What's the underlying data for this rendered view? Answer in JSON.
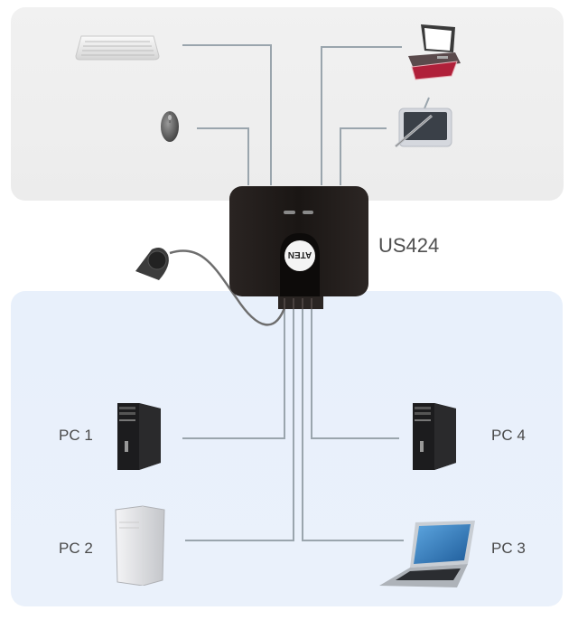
{
  "diagram": {
    "title": "US424 USB peripheral sharing switch connection diagram",
    "switch": {
      "model": "US424",
      "brand_logo": "ATEN",
      "icon": "usb-switch-icon"
    },
    "remote": {
      "icon": "remote-port-selector-icon"
    },
    "peripherals": [
      {
        "name": "Keyboard",
        "icon": "keyboard-icon"
      },
      {
        "name": "Mouse",
        "icon": "mouse-icon"
      },
      {
        "name": "Printer",
        "icon": "printer-icon"
      },
      {
        "name": "Drawing Tablet",
        "icon": "drawing-tablet-icon"
      }
    ],
    "computers": [
      {
        "label": "PC 1",
        "icon": "desktop-tower-icon"
      },
      {
        "label": "PC 2",
        "icon": "mac-pro-tower-icon"
      },
      {
        "label": "PC 3",
        "icon": "laptop-icon"
      },
      {
        "label": "PC 4",
        "icon": "desktop-tower-icon"
      }
    ],
    "colors": {
      "top_panel": "#efefef",
      "bottom_panel": "#e9f0fb",
      "wire": "#9aa5ad",
      "switch_body": "#1f1a18",
      "printer_accent": "#b0203a"
    }
  }
}
